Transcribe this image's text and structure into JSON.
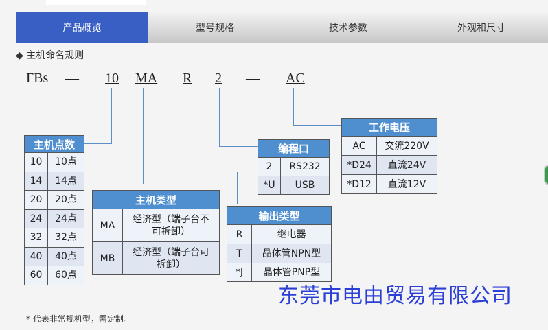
{
  "tabs": [
    "产品概览",
    "型号规格",
    "技术参数",
    "外观和尺寸"
  ],
  "section_title": "主机命名规则",
  "code": [
    "FBs",
    "—",
    "10",
    "MA",
    "R",
    "2",
    "—",
    "AC"
  ],
  "points": {
    "title": "主机点数",
    "rows": [
      [
        "10",
        "10点"
      ],
      [
        "14",
        "14点"
      ],
      [
        "20",
        "20点"
      ],
      [
        "24",
        "24点"
      ],
      [
        "32",
        "32点"
      ],
      [
        "40",
        "40点"
      ],
      [
        "60",
        "60点"
      ]
    ]
  },
  "type": {
    "title": "主机类型",
    "rows": [
      [
        "MA",
        "经济型（端子台不可拆卸）"
      ],
      [
        "MB",
        "经济型（端子台可拆卸）"
      ]
    ]
  },
  "output": {
    "title": "输出类型",
    "rows": [
      [
        "R",
        "继电器"
      ],
      [
        "T",
        "晶体管NPN型"
      ],
      [
        "*J",
        "晶体管PNP型"
      ]
    ]
  },
  "port": {
    "title": "编程口",
    "rows": [
      [
        "2",
        "RS232"
      ],
      [
        "*U",
        "USB"
      ]
    ]
  },
  "voltage": {
    "title": "工作电压",
    "rows": [
      [
        "AC",
        "交流220V"
      ],
      [
        "*D24",
        "直流24V"
      ],
      [
        "*D12",
        "直流12V"
      ]
    ]
  },
  "watermark": "东莞市电由贸易有限公司",
  "footnote": "* 代表非常规机型，需定制。",
  "colors": {
    "tab_active": "#3a5fc4",
    "table_header": "#4f8fd0",
    "connector": "#5b8fc9",
    "watermark": "#2b3fd6"
  }
}
